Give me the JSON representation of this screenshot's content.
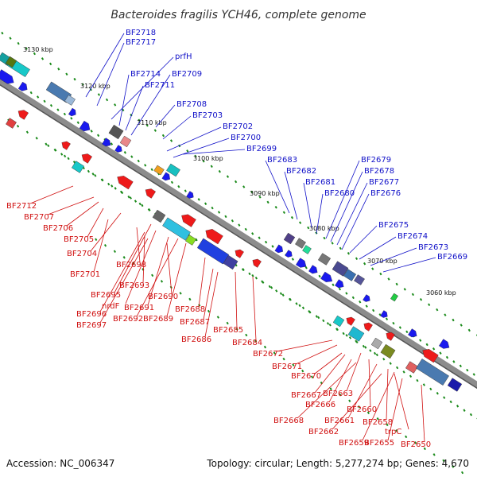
{
  "title": "Bacteroides fragilis YCH46, complete genome",
  "footer": {
    "accession": "Accession: NC_006347",
    "summary": "Topology: circular; Length: 5,277,274 bp; Genes: 4,670"
  },
  "colors": {
    "forward_gene": "#1a1aee",
    "reverse_gene": "#ee1a1a",
    "label_forward": "#1010c8",
    "label_reverse": "#d01010",
    "backbone": "#8c8c8c",
    "tick": "#1a8a1a"
  },
  "kbp_marks": [
    "3130 kbp",
    "3120 kbp",
    "3110 kbp",
    "3100 kbp",
    "3090 kbp",
    "3080 kbp",
    "3070 kbp",
    "3060 kbp"
  ],
  "forward_labels": [
    "BF2718",
    "BF2717",
    "prfH",
    "BF2714",
    "BF2709",
    "BF2711",
    "BF2708",
    "BF2703",
    "BF2702",
    "BF2700",
    "BF2699",
    "BF2683",
    "BF2682",
    "BF2681",
    "BF2680",
    "BF2679",
    "BF2678",
    "BF2677",
    "BF2676",
    "BF2675",
    "BF2674",
    "BF2673",
    "BF2669"
  ],
  "reverse_labels": [
    "BF2712",
    "BF2707",
    "BF2706",
    "BF2705",
    "BF2704",
    "BF2698",
    "BF2701",
    "BF2693",
    "BF2695",
    "BF2690",
    "nrdF",
    "BF2691",
    "BF2696",
    "BF2692",
    "BF2689",
    "BF2697",
    "BF2688",
    "BF2687",
    "BF2686",
    "BF2685",
    "BF2684",
    "BF2672",
    "BF2671",
    "BF2670",
    "BF2667",
    "BF2663",
    "BF2666",
    "BF2660",
    "BF2668",
    "BF2661",
    "BF2658",
    "BF2662",
    "trpC",
    "BF2659",
    "BF2655",
    "BF2650"
  ]
}
